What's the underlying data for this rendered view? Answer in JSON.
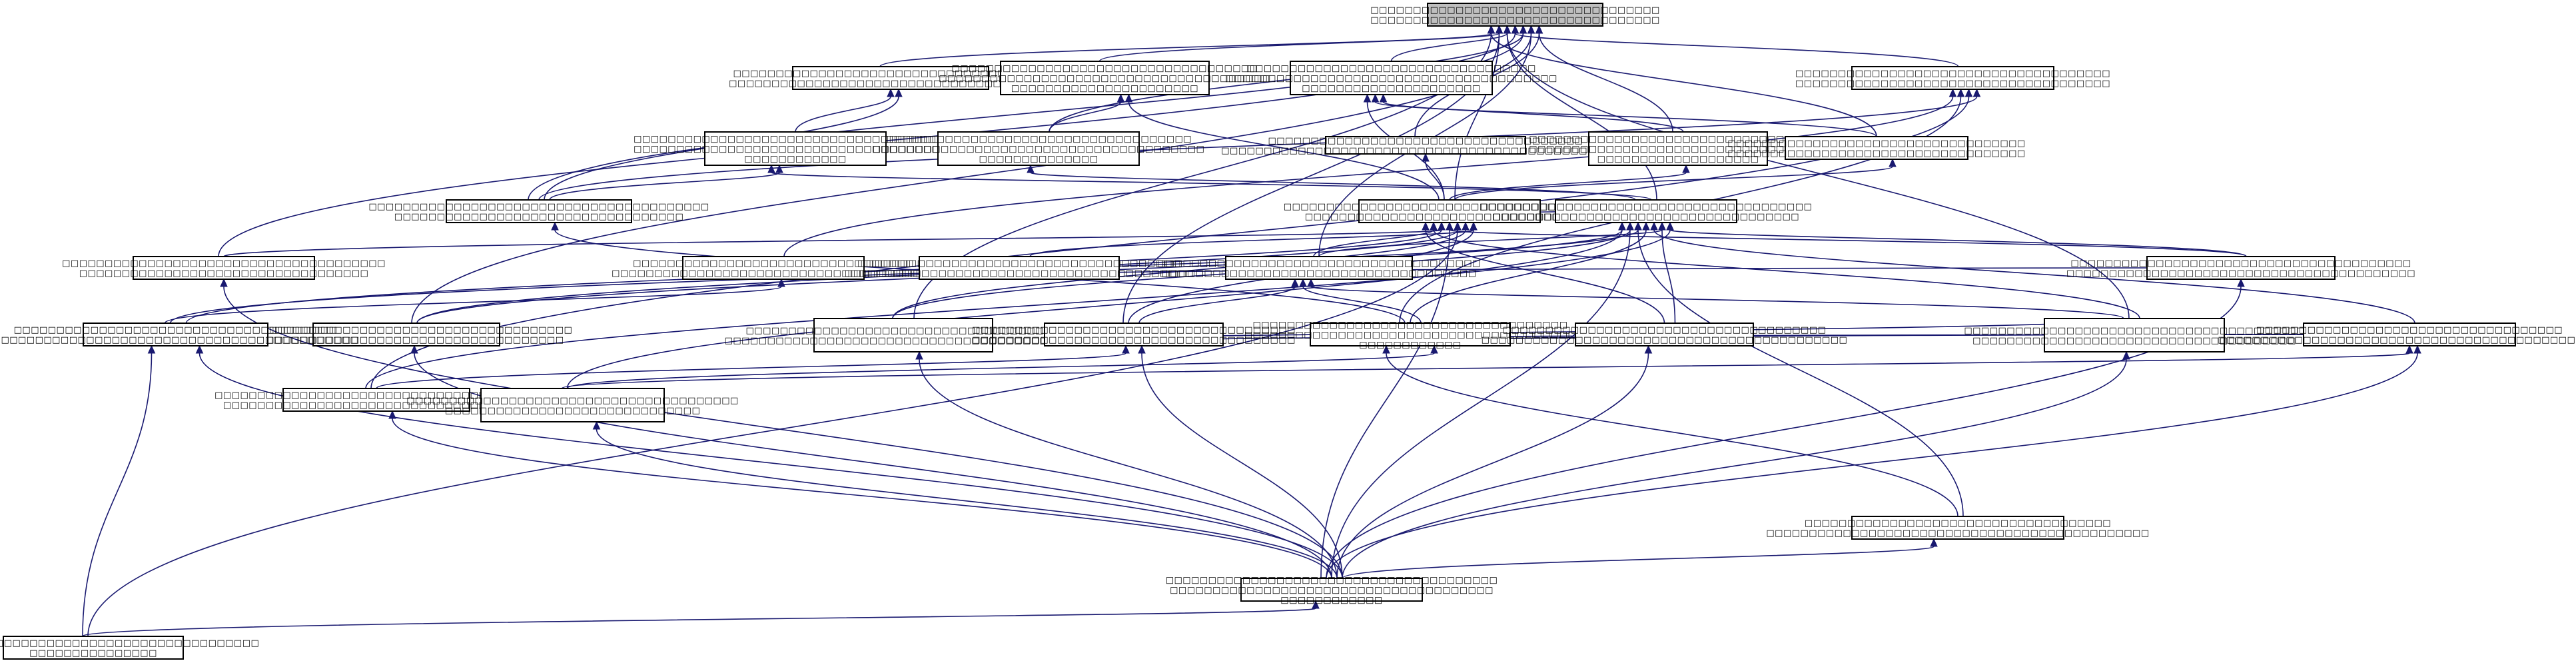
{
  "graph": {
    "nodes": [
      {
        "id": "n0",
        "root": true,
        "lines": [
          "□□□□□□□□□□□□□□□□□□□□□□□□□□□□□□□□□□",
          "□□□□□□□□□□□□□□□□□□□□□□□□□□□□□□□□□□"
        ]
      },
      {
        "id": "n1",
        "lines": [
          "□□□□□□□□□□□□□□□□□□□□□□□□□□□□□□□□□□□□□",
          "□□□□□□□□□□□□□□□□□□□□□□□□□□□□□□□□□□□□□□"
        ]
      },
      {
        "id": "n2",
        "lines": [
          "□□□□□□□□□□□□□□□□□□□□□□□□□□□□□□□□□□□□",
          "□□□□□□□□□□□□□□□□□□□□□□□□□□□□□□□□□□□□□□□",
          "□□□□□□□□□□□□□□□□□□□□□□"
        ]
      },
      {
        "id": "n3",
        "lines": [
          "□□□□□□□□□□□□□□□□□□□□□□□□□□□□□□□□□□",
          "□□□□□□□□□□□□□□□□□□□□□□□□□□□□□□□□□□□□□□□",
          "□□□□□□□□□□□□□□□□□□□□□"
        ]
      },
      {
        "id": "n4",
        "lines": [
          "□□□□□□□□□□□□□□□□□□□□□□□□□□□□□□□□□□□□□",
          "□□□□□□□□□□□□□□□□□□□□□□□□□□□□□□□□□□□□□"
        ]
      },
      {
        "id": "n5",
        "lines": [
          "□□□□□□□□□□□□□□□□□□□□□□□□□□□□□□□□□□□□□□",
          "□□□□□□□□□□□□□□□□□□□□□□□□□□□□□□□□□□□□□□",
          "□□□□□□□□□□□□"
        ]
      },
      {
        "id": "n6",
        "lines": [
          "□□□□□□□□□□□□□□□□□□□□□□□□□□□□□□□□□□□□",
          "□□□□□□□□□□□□□□□□□□□□□□□□□□□□□□□□□□□□□□□",
          "□□□□□□□□□□□□□□"
        ]
      },
      {
        "id": "n7",
        "lines": [
          "□□□□□□□□□□□□□□□□□□□□□□□□□□□□□□□□□□□□□",
          "□□□□□□□□□□□□□□□□□□□□□□□□□□□□□□□□□□□□□□□□□□□□□□□□"
        ]
      },
      {
        "id": "n8",
        "lines": [
          "□□□□□□□□□□□□□□□□□□□□□□□□□□□□□□□□□□□",
          "□□□□□□□□□□□□□□□□□□□□□□□□□□□□□□□□□□□",
          "□□□□□□□□□□□□□□□□□□□"
        ]
      },
      {
        "id": "n9",
        "lines": [
          "□□□□□□□□□□□□□□□□□□□□□□□□□□□□□□□□□□□",
          "□□□□□□□□□□□□□□□□□□□□□□□□□□□□□□□□□□□"
        ]
      },
      {
        "id": "n10",
        "lines": [
          "□□□□□□□□□□□□□□□□□□□□□□□□□□□□□□□□□□□□□□□",
          "□□□□□□□□□□□□□□□□□□□□□□□□□□□□□□□□□□"
        ]
      },
      {
        "id": "n11",
        "lines": [
          "□□□□□□□□□□□□□□□□□□□□□□□□□□□□□□□□□□□□□□□",
          "□□□□□□□□□□□□□□□□□□□□□□□□□□□□□□□□□□□□"
        ]
      },
      {
        "id": "n12",
        "lines": [
          "□□□□□□□□□□□□□□□□□□□□□□□□□□□□□□□□□□□□□□□□",
          "□□□□□□□□□□□□□□□□□□□□□□□□□□□□□□□□□□"
        ]
      },
      {
        "id": "n13",
        "lines": [
          "□□□□□□□□□□□□□□□□□□□□□□□□□□□□□□□□□□□□□□",
          "□□□□□□□□□□□□□□□□□□□□□□□□□□□□□□□□□□"
        ]
      },
      {
        "id": "n14",
        "lines": [
          "□□□□□□□□□□□□□□□□□□□□□□□□□□□□□□□□□",
          "□□□□□□□□□□□□□□□□□□□□□□□□□□□□□□□□□□□□□□"
        ]
      },
      {
        "id": "n15",
        "lines": [
          "□□□□□□□□□□□□□□□□□□□□□□□□□□□□□□□□□□□□□□",
          "□□□□□□□□□□□□□□□□□□□□□□□□□□□□□□□□□□□□□□□□□"
        ]
      },
      {
        "id": "n16",
        "lines": [
          "□□□□□□□□□□□□□□□□□□□□□□□□□□□□□□□□□□□□□□",
          "□□□□□□□□□□□□□□□□□□□□□□□□□□□□□□□□□□□□□"
        ]
      },
      {
        "id": "n17",
        "lines": [
          "□□□□□□□□□□□□□□□□□□□□□□□□□□□□□□□□□□□□□□□□",
          "□□□□□□□□□□□□□□□□□□□□□□□□□□□□□□□□□□□□□□□□□"
        ]
      },
      {
        "id": "n18",
        "lines": [
          "□□□□□□□□□□□□□□□□□□□□□□□□□□□□□□□□□□□□□□□",
          "□□□□□□□□□□□□□□□□□□□□□□□□□□□□□□□□□□□□□"
        ]
      },
      {
        "id": "n19",
        "lines": [
          "□□□□□□□□□□□□□□□□□□□□□□□□□□□□□□□□□□□□□",
          "□□□□□□□□□□□□□□□□□□□□□□□□□□□□□□□□□□□□□□□□□□"
        ]
      },
      {
        "id": "n20",
        "lines": [
          "□□□□□□□□□□□□□□□□□□□□□□□□□□□□□□□□□□□□□□",
          "□□□□□□□□□□□□□□□□□□□□□□□□□□□□□□□□□□□□□□□□□□□"
        ]
      },
      {
        "id": "n21",
        "lines": [
          "□□□□□□□□□□□□□□□□□□□□□□□□□□□□□□□□□□□□□□",
          "□□□□□□□□□□□□□□□□□□□□□□□□□□□□□□□□□□□□□□"
        ]
      },
      {
        "id": "n22",
        "lines": [
          "□□□□□□□□□□□□□□□□□□□□□□□□□□□□□□□□□□□□□",
          "□□□□□□□□□□□□□□□□□□□□□□□□□□□□□□□□□□□□□□□",
          "□□□□□□□□□□□□"
        ]
      },
      {
        "id": "n23",
        "lines": [
          "□□□□□□□□□□□□□□□□□□□□□□□□□□□□□□□□□□□□□□",
          "□□□□□□□□□□□□□□□□□□□□□□□□□□□□□□□□□□□□□□□□□□□"
        ]
      },
      {
        "id": "n24",
        "lines": [
          "□□□□□□□□□□□□□□□□□□□□□□□□□□□□□□□□□□□□□□□□",
          "□□□□□□□□□□□□□□□□□□□□□□□□□□□□□□□□□□□□□□"
        ]
      },
      {
        "id": "n25",
        "lines": [
          "□□□□□□□□□□□□□□□□□□□□□□□□□□□□□□□□□□□□",
          "□□□□□□□□□□□□□□□□□□□□□□□□□□□□□□□□□□□□□□□□□□□□□"
        ]
      },
      {
        "id": "n26",
        "lines": [
          "□□□□□□□□□□□□□□□□□□□□□□□□□□□□□□□□□□□□□□",
          "□□□□□□□□□□□□□□□□□□□□□□□□□□□□□□□□□□□□"
        ]
      },
      {
        "id": "n27",
        "lines": [
          "□□□□□□□□□□□□□□□□□□□□□□□□□□□□□□□□□□□□□□□",
          "□□□□□□□□□□□□□□□□□□□□□□□□□□□□□□"
        ]
      },
      {
        "id": "n28",
        "lines": [
          "□□□□□□□□□□□□□□□□□□□□□□□□□□□□□□□□□□□□□□□",
          "□□□□□□□□□□□□□□□□□□□□□□□□□□□□□□□□□□□□□□",
          "□□□□□□□□□□□□"
        ]
      },
      {
        "id": "n29",
        "lines": [
          "□□□□□□□□□□□□□□□□□□□□□□□□□□□□□□□□□□□□",
          "□□□□□□□□□□□□□□□□□□□□□□□□□□□□□□□□□□□□□□□□□□□□□"
        ]
      },
      {
        "id": "n30",
        "lines": [
          "□□□□□□□□□□□□□□□□□□□□□□□□□□□□□□□□□□□□□□□",
          "□□□□□□□□□□□□□□□"
        ]
      }
    ],
    "edges": [
      [
        "n1",
        "n0"
      ],
      [
        "n2",
        "n0"
      ],
      [
        "n3",
        "n0"
      ],
      [
        "n4",
        "n0"
      ],
      [
        "n6",
        "n0"
      ],
      [
        "n7",
        "n0"
      ],
      [
        "n8",
        "n0"
      ],
      [
        "n9",
        "n0"
      ],
      [
        "n10",
        "n0"
      ],
      [
        "n11",
        "n0"
      ],
      [
        "n12",
        "n0"
      ],
      [
        "n13",
        "n0"
      ],
      [
        "n16",
        "n0"
      ],
      [
        "n18",
        "n0"
      ],
      [
        "n19",
        "n0"
      ],
      [
        "n21",
        "n0"
      ],
      [
        "n24",
        "n0"
      ],
      [
        "n5",
        "n1"
      ],
      [
        "n12",
        "n1"
      ],
      [
        "n6",
        "n2"
      ],
      [
        "n10",
        "n2"
      ],
      [
        "n10",
        "n3"
      ],
      [
        "n9",
        "n3"
      ],
      [
        "n8",
        "n3"
      ],
      [
        "n14",
        "n4"
      ],
      [
        "n22",
        "n4"
      ],
      [
        "n26",
        "n4"
      ],
      [
        "n12",
        "n4"
      ],
      [
        "n11",
        "n5"
      ],
      [
        "n12",
        "n5"
      ],
      [
        "n11",
        "n6"
      ],
      [
        "n10",
        "n7"
      ],
      [
        "n10",
        "n8"
      ],
      [
        "n10",
        "n9"
      ],
      [
        "n15",
        "n10"
      ],
      [
        "n11",
        "n10"
      ],
      [
        "n16",
        "n10"
      ],
      [
        "n13",
        "n10"
      ],
      [
        "n17",
        "n10"
      ],
      [
        "n18",
        "n10"
      ],
      [
        "n19",
        "n10"
      ],
      [
        "n21",
        "n10"
      ],
      [
        "n23",
        "n10"
      ],
      [
        "n24",
        "n10"
      ],
      [
        "n20",
        "n10"
      ],
      [
        "n28",
        "n10"
      ],
      [
        "n30",
        "n10"
      ],
      [
        "n16",
        "n11"
      ],
      [
        "n17",
        "n11"
      ],
      [
        "n18",
        "n11"
      ],
      [
        "n19",
        "n11"
      ],
      [
        "n20",
        "n11"
      ],
      [
        "n22",
        "n11"
      ],
      [
        "n25",
        "n11"
      ],
      [
        "n23",
        "n11"
      ],
      [
        "n26",
        "n11"
      ],
      [
        "n27",
        "n11"
      ],
      [
        "n28",
        "n11"
      ],
      [
        "n29",
        "n11"
      ],
      [
        "n28",
        "n13"
      ],
      [
        "n20",
        "n14"
      ],
      [
        "n22",
        "n12"
      ],
      [
        "n17",
        "n15"
      ],
      [
        "n21",
        "n16"
      ],
      [
        "n22",
        "n16"
      ],
      [
        "n24",
        "n16"
      ],
      [
        "n28",
        "n17"
      ],
      [
        "n28",
        "n18"
      ],
      [
        "n28",
        "n19"
      ],
      [
        "n28",
        "n20"
      ],
      [
        "n30",
        "n20"
      ],
      [
        "n24",
        "n21"
      ],
      [
        "n26",
        "n21"
      ],
      [
        "n25",
        "n21"
      ],
      [
        "n28",
        "n21"
      ],
      [
        "n25",
        "n22"
      ],
      [
        "n27",
        "n22"
      ],
      [
        "n29",
        "n22"
      ],
      [
        "n28",
        "n23"
      ],
      [
        "n28",
        "n24"
      ],
      [
        "n27",
        "n25"
      ],
      [
        "n28",
        "n25"
      ],
      [
        "n28",
        "n26"
      ],
      [
        "n28",
        "n27"
      ],
      [
        "n28",
        "n29"
      ],
      [
        "n30",
        "n28"
      ]
    ]
  }
}
